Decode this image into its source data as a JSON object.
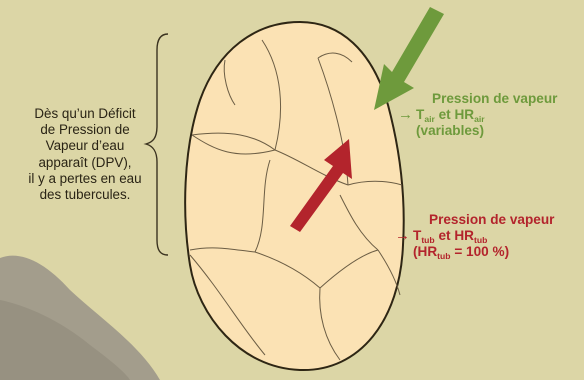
{
  "left_text": {
    "lines": [
      "Dès qu’un Déficit",
      "de Pression de",
      "Vapeur d’eau",
      "apparaît (DPV),",
      "il y a pertes en eau",
      "des tubercules."
    ]
  },
  "air": {
    "title": "Pression de vapeur",
    "t_letter": "T",
    "t_sub": "air",
    "connector": "et",
    "hr_letters": "HR",
    "hr_sub": "air",
    "note": "(variables)",
    "arrow_glyph": "→"
  },
  "tuber": {
    "title": "Pression de vapeur",
    "t_letter": "T",
    "t_sub": "tub",
    "connector": "et",
    "hr_letters": "HR",
    "hr_sub": "tub",
    "note_open": "(HR",
    "note_sub": "tub",
    "note_value": " = 100 %)",
    "arrow_glyph": "→"
  },
  "colors": {
    "background": "#dcd6a6",
    "tuber_fill": "#fbe2b4",
    "green_accent": "#6e9a3c",
    "red_accent": "#b3242c",
    "stone": "#a39d8c"
  }
}
